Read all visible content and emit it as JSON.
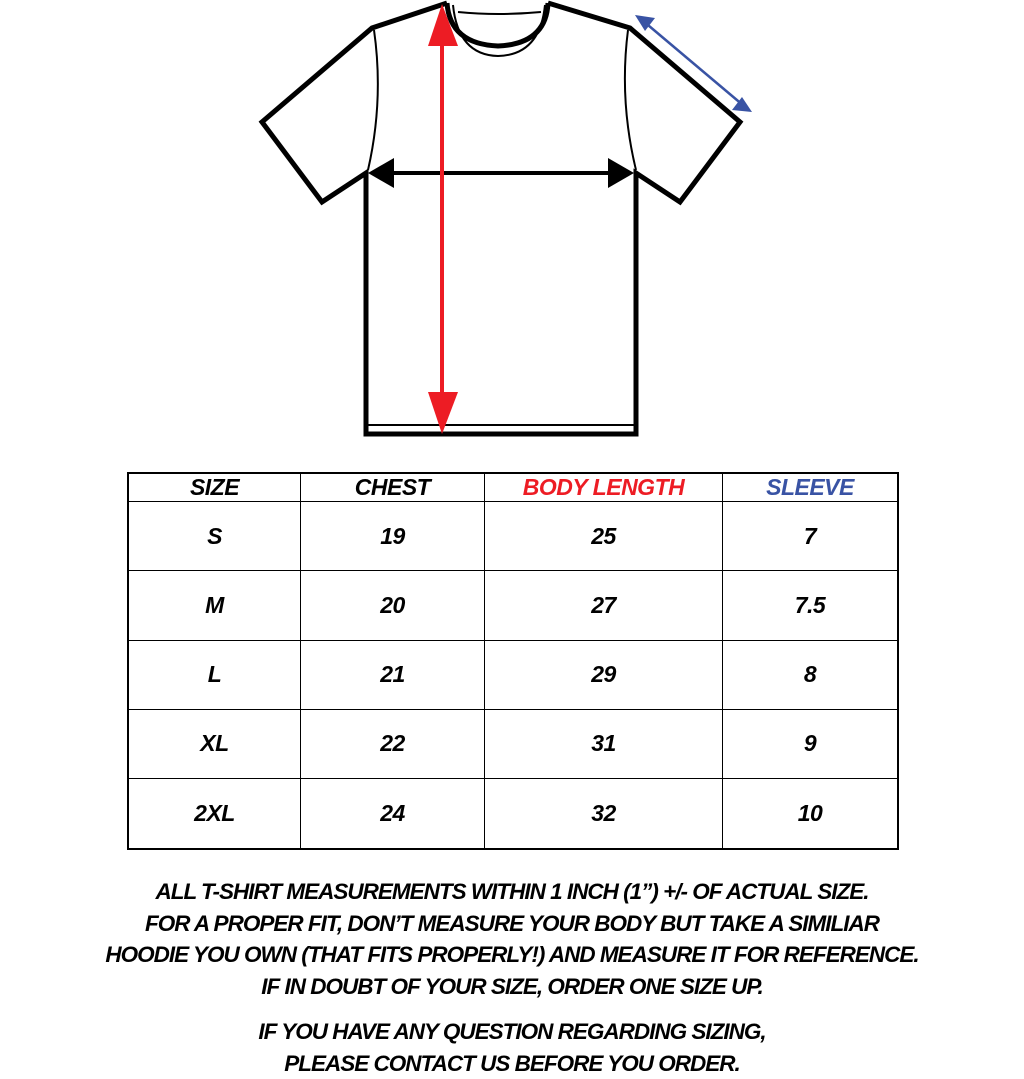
{
  "diagram": {
    "measurements": [
      {
        "name": "chest",
        "color": "#000000",
        "direction": "horizontal"
      },
      {
        "name": "body_length",
        "color": "#ed1c24",
        "direction": "vertical"
      },
      {
        "name": "sleeve",
        "color": "#3953a4",
        "direction": "diagonal"
      }
    ]
  },
  "table": {
    "headers": [
      {
        "label": "SIZE",
        "color": "#000000"
      },
      {
        "label": "CHEST",
        "color": "#000000"
      },
      {
        "label": "BODY LENGTH",
        "color": "#ed1c24"
      },
      {
        "label": "SLEEVE",
        "color": "#3953a4"
      }
    ],
    "rows": [
      [
        "S",
        "19",
        "25",
        "7"
      ],
      [
        "M",
        "20",
        "27",
        "7.5"
      ],
      [
        "L",
        "21",
        "29",
        "8"
      ],
      [
        "XL",
        "22",
        "31",
        "9"
      ],
      [
        "2XL",
        "24",
        "32",
        "10"
      ]
    ]
  },
  "notes": {
    "lines": [
      "ALL T-SHIRT MEASUREMENTS WITHIN 1 INCH (1”) +/- OF ACTUAL SIZE.",
      "FOR A PROPER FIT, DON’T MEASURE YOUR BODY BUT TAKE A SIMILIAR",
      "HOODIE YOU OWN (THAT FITS PROPERLY!) AND MEASURE IT FOR REFERENCE.",
      "IF IN DOUBT OF YOUR SIZE, ORDER ONE SIZE UP."
    ],
    "contact": [
      "IF YOU HAVE ANY QUESTION REGARDING SIZING,",
      "PLEASE CONTACT US BEFORE YOU ORDER."
    ]
  }
}
